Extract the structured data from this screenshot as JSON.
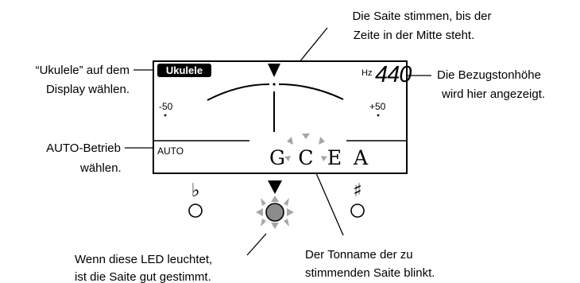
{
  "captions": {
    "top_center": [
      "Die Saite stimmen, bis der",
      "Zeite in der Mitte steht."
    ],
    "left_top": [
      "“Ukulele” auf dem",
      "Display wählen."
    ],
    "right_top": [
      "Die Bezugstonhöhe",
      "wird hier angezeigt."
    ],
    "left_mid": [
      "AUTO-Betrieb",
      "wählen."
    ],
    "bottom_left": [
      "Wenn diese LED leuchtet,",
      "ist die Saite gut gestimmt."
    ],
    "bottom_right": [
      "Der Tonname der zu",
      "stimmenden Saite blinkt."
    ]
  },
  "display": {
    "mode_badge": "Ukulele",
    "hz_unit": "Hz",
    "reference_pitch": "440",
    "scale_min": "-50",
    "scale_max": "+50",
    "auto_label": "AUTO",
    "notes": [
      "G",
      "C",
      "E",
      "A"
    ],
    "blinking_note_index": 1
  },
  "leds": {
    "flat_symbol": "♭",
    "sharp_symbol": "♯"
  },
  "colors": {
    "ink": "#000000",
    "led_lit": "#8c8c8c",
    "burst": "#a6a6a6",
    "background": "#ffffff"
  }
}
